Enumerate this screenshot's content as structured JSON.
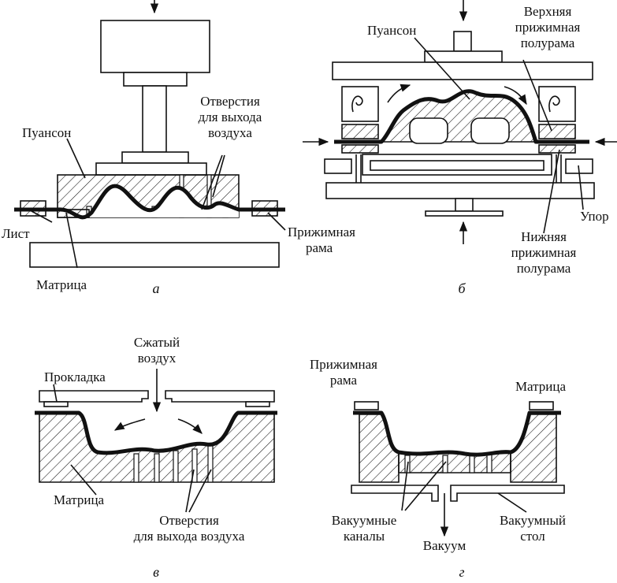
{
  "panels": {
    "a": {
      "caption": "а",
      "labels": {
        "punch": "Пуансон",
        "holes": [
          "Отверстия",
          "для выхода",
          "воздуха"
        ],
        "sheet": "Лист",
        "clamp": [
          "Прижимная",
          "рама"
        ],
        "die": "Матрица"
      }
    },
    "b": {
      "caption": "б",
      "labels": {
        "punch": "Пуансон",
        "upper": [
          "Верхняя",
          "прижимная",
          "полурама"
        ],
        "stop": "Упор",
        "lower": [
          "Нижняя",
          "прижимная",
          "полурама"
        ]
      }
    },
    "v": {
      "caption": "в",
      "labels": {
        "air": [
          "Сжатый",
          "воздух"
        ],
        "gasket": "Прокладка",
        "die": "Матрица",
        "holes": [
          "Отверстия",
          "для выхода воздуха"
        ]
      }
    },
    "g": {
      "caption": "г",
      "labels": {
        "clamp": [
          "Прижимная",
          "рама"
        ],
        "die": "Матрица",
        "channels": [
          "Вакуумные",
          "каналы"
        ],
        "table": [
          "Вакуумный",
          "стол"
        ],
        "vacuum": "Вакуум"
      }
    }
  }
}
